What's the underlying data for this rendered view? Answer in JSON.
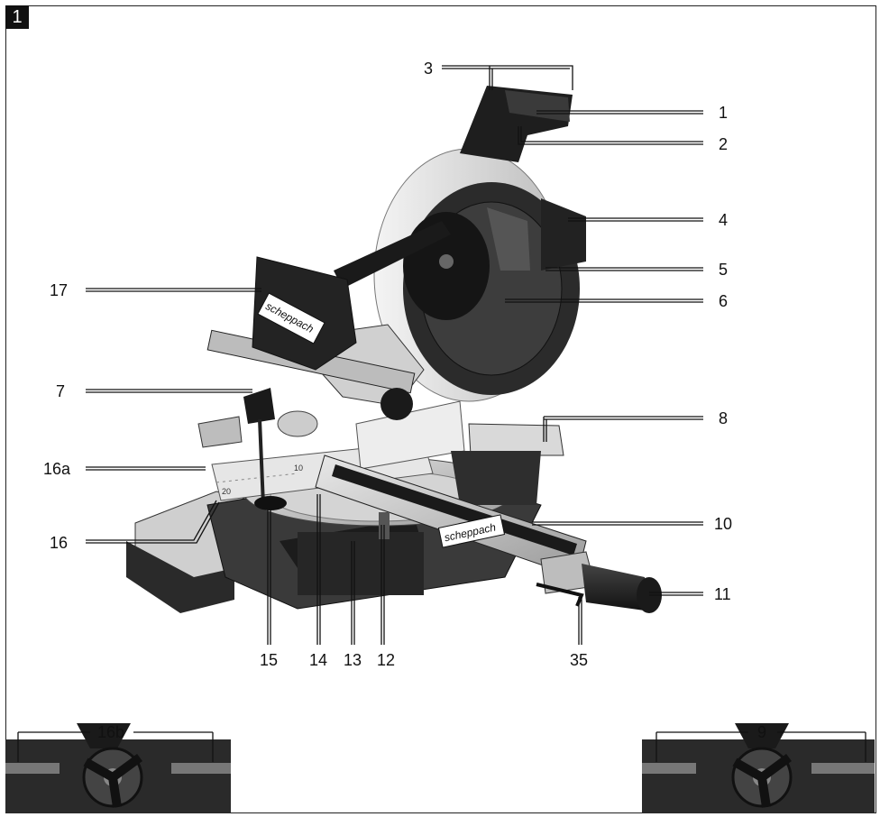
{
  "figure": {
    "number": "1"
  },
  "brand": {
    "label": "scheppach"
  },
  "callouts": {
    "c1": "1",
    "c2": "2",
    "c3": "3",
    "c4": "4",
    "c5": "5",
    "c6": "6",
    "c7": "7",
    "c8": "8",
    "c9": "9",
    "c10": "10",
    "c11": "11",
    "c12": "12",
    "c13": "13",
    "c14": "14",
    "c15": "15",
    "c16": "16",
    "c16a": "16a",
    "c16b": "16b",
    "c17": "17",
    "c35": "35"
  },
  "scale_marks": {
    "m20": "20",
    "m10": "10"
  }
}
